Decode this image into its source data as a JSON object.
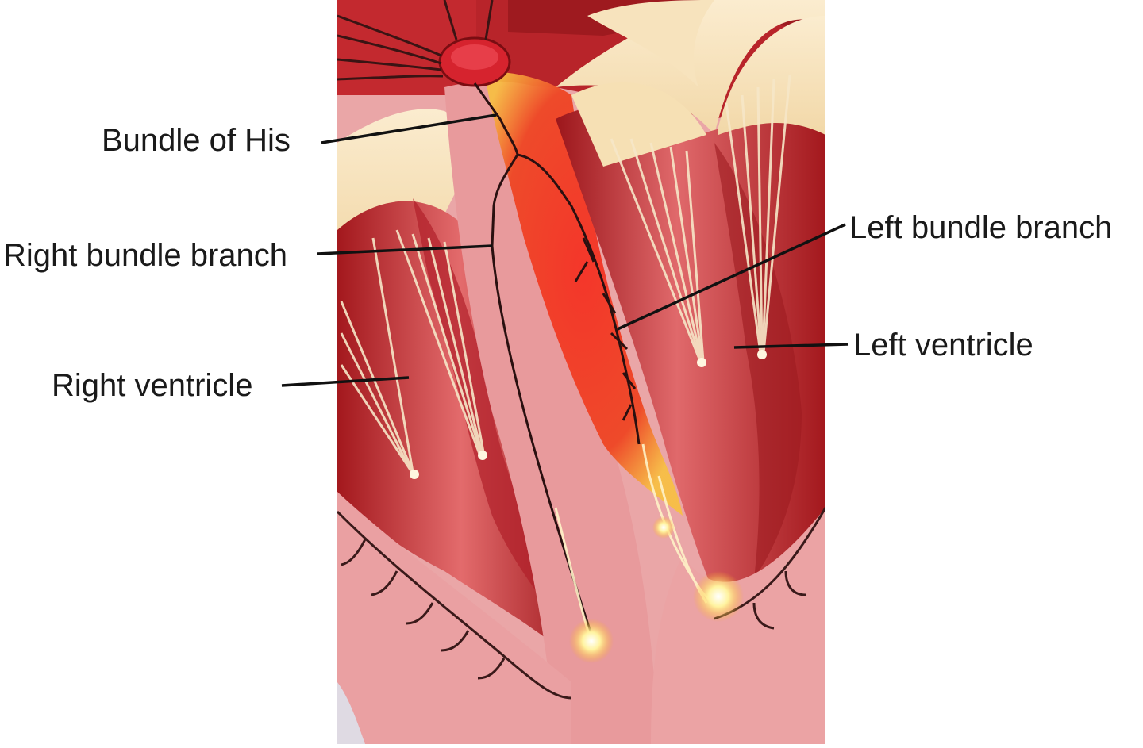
{
  "labels": {
    "bundle_of_his": "Bundle of His",
    "right_bundle_branch": "Right bundle branch",
    "right_ventricle": "Right ventricle",
    "left_bundle_branch": "Left bundle branch",
    "left_ventricle": "Left ventricle"
  },
  "colors": {
    "background": "#ffffff",
    "septum_pink": "#eaa3a4",
    "muscle_red": "#c22a30",
    "muscle_dark": "#8c1519",
    "valve_cream": "#f8e6c3",
    "conduction_glow": "#f23a20",
    "spark_yellow": "#fff6a0",
    "leader_line": "#111111"
  }
}
